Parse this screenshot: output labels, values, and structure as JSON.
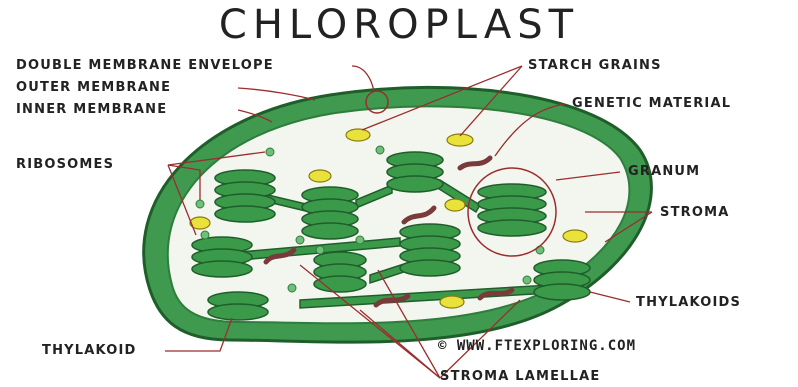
{
  "title": "CHLOROPLAST",
  "labels": {
    "double_membrane_envelope": "DOUBLE MEMBRANE ENVELOPE",
    "outer_membrane": "OUTER MEMBRANE",
    "inner_membrane": "INNER MEMBRANE",
    "ribosomes": "RIBOSOMES",
    "thylakoid": "THYLAKOID",
    "starch_grains": "STARCH GRAINS",
    "genetic_material": "GENETIC MATERIAL",
    "granum": "GRANUM",
    "stroma": "STROMA",
    "thylakoids": "THYLAKOIDS",
    "stroma_lamellae": "STROMA LAMELLAE"
  },
  "credit": "© WWW.FTEXPLORING.COM",
  "colors": {
    "outer_membrane": "#3f9a4f",
    "inner_membrane": "#2f7d3c",
    "stroma": "#f3f6ef",
    "thylakoid": "#3a9a4a",
    "thylakoid_dark": "#1f5e2a",
    "starch": "#e8e23a",
    "genetic": "#7a3a3a",
    "ribosome": "#6fbf7a",
    "leader": "#9b2d2d"
  }
}
